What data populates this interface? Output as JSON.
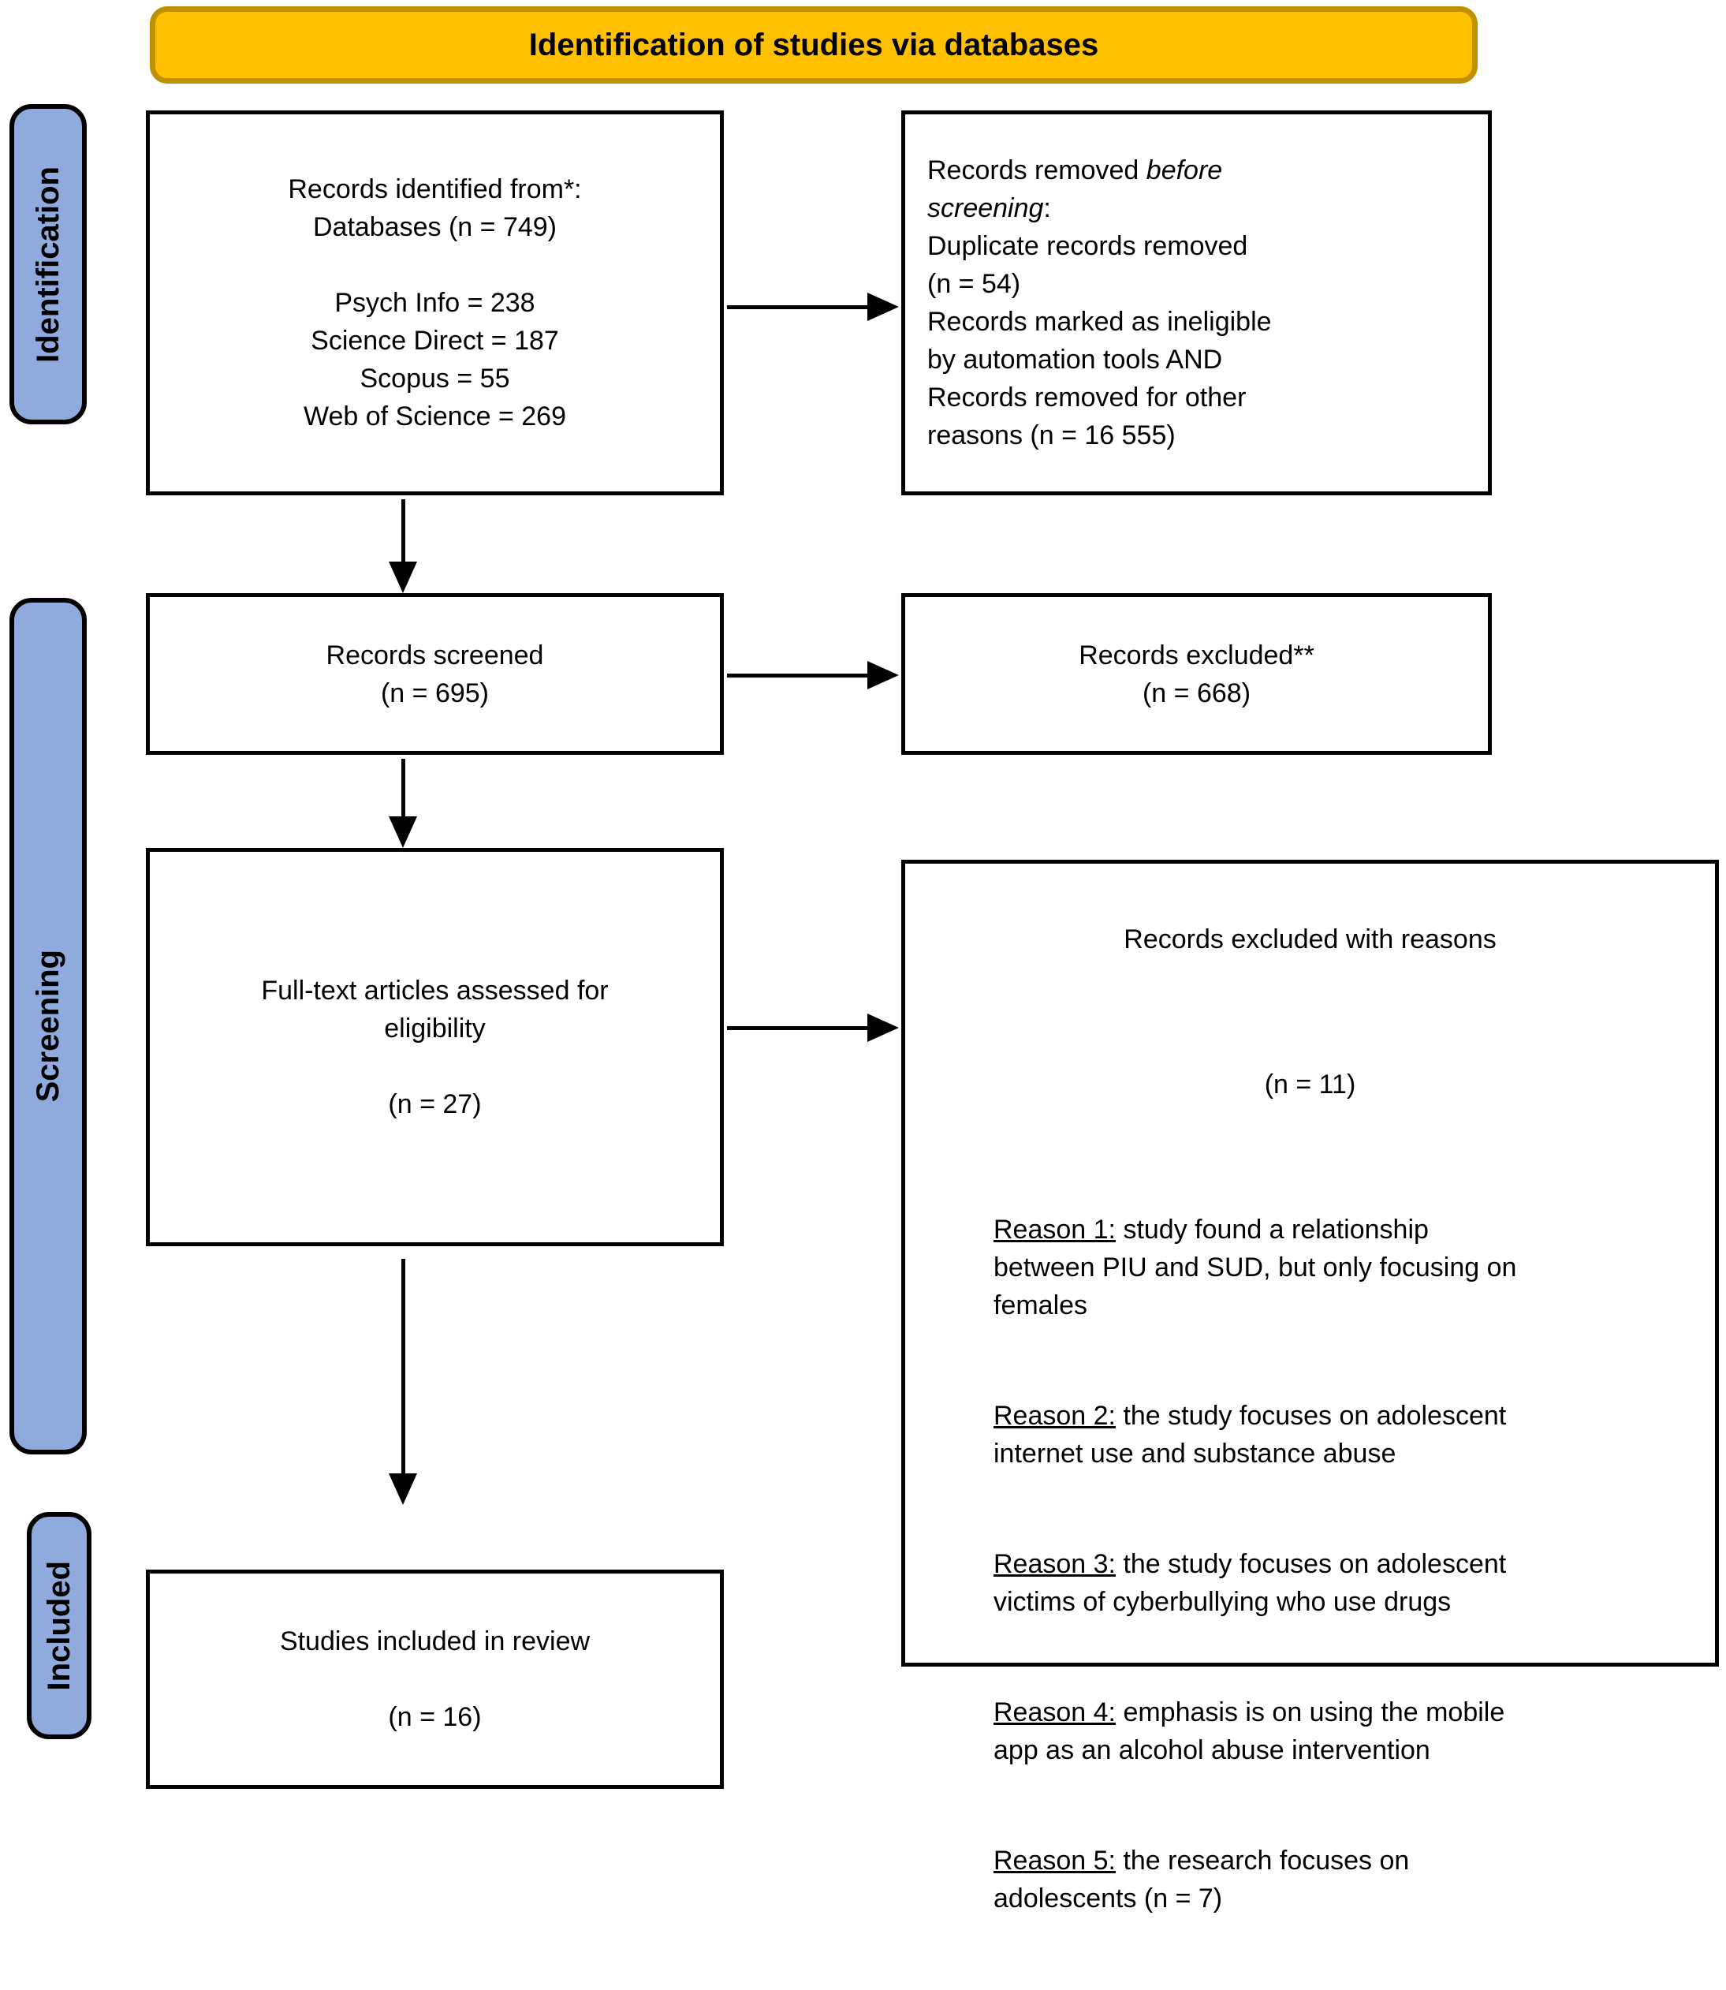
{
  "header": {
    "title": "Identification of studies via databases"
  },
  "colors": {
    "banner_fill": "#FFC000",
    "banner_border": "#BF9000",
    "stage_fill": "#8FAADC",
    "box_border": "#000000"
  },
  "stages": {
    "identification": "Identification",
    "screening": "Screening",
    "included": "Included"
  },
  "boxes": {
    "records_identified": {
      "text": "Records identified from*:\nDatabases (n = 749)\n\nPsych Info = 238\nScience Direct = 187\nScopus = 55\nWeb of Science = 269"
    },
    "records_removed": {
      "intro_plain": "Records removed ",
      "intro_italic": "before\nscreening",
      "intro_suffix": ":",
      "items": [
        "Duplicate records removed\n(n = 54)",
        "Records marked as ineligible\nby automation tools AND\nRecords removed for other\nreasons (n = 16 555)"
      ]
    },
    "records_screened": {
      "text": "Records screened\n(n = 695)"
    },
    "records_excluded": {
      "text": "Records excluded**\n(n = 668)"
    },
    "fulltext_assessed": {
      "text": "Full-text articles assessed for\neligibility\n\n(n = 27)"
    },
    "excluded_with_reasons": {
      "title": "Records excluded with reasons",
      "count": "(n = 11)",
      "reasons": [
        {
          "label": "Reason 1:",
          "text": " study found a relationship\nbetween PIU and SUD, but only focusing on\nfemales"
        },
        {
          "label": "Reason 2:",
          "text": " the study focuses on adolescent\ninternet use and substance abuse"
        },
        {
          "label": "Reason 3:",
          "text": " the study focuses on adolescent\nvictims of cyberbullying who use drugs"
        },
        {
          "label": "Reason 4:",
          "text": " emphasis is on using the mobile\napp as an alcohol abuse intervention"
        },
        {
          "label": "Reason 5:",
          "text": " the research focuses on\nadolescents (n = 7)"
        }
      ]
    },
    "studies_included": {
      "text": "Studies included in review\n\n(n = 16)"
    }
  }
}
